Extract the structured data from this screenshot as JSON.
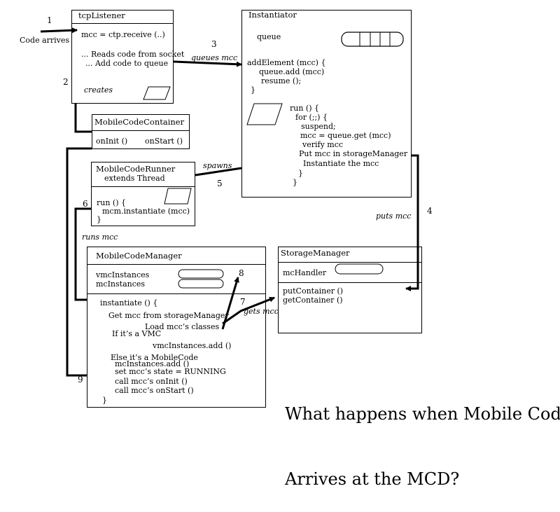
{
  "tcp": {
    "title": "tcpListener",
    "line1": "mcc = ctp.receive (..)",
    "line2": "... Reads code from socket",
    "line3": "... Add code to queue",
    "creates": "creates"
  },
  "inst": {
    "title": "Instantiator",
    "queue": "queue",
    "add1": "addElement (mcc) {",
    "add2": "queue.add (mcc)",
    "add3": "resume ();",
    "add4": "}",
    "run1": "run () {",
    "run2": "for (;;) {",
    "run3": "suspend;",
    "run4": "mcc = queue.get (mcc)",
    "run5": "verify mcc",
    "run6": "Put mcc in storageManager",
    "run7": "Instantiate the mcc",
    "run8": "}",
    "run9": "}"
  },
  "mcc": {
    "title": "MobileCodeContainer",
    "oninit": "onInit ()",
    "onstart": "onStart ()"
  },
  "mcr": {
    "title1": "MobileCodeRunner",
    "title2": "extends Thread",
    "run1": "run () {",
    "run2": "mcm.instantiate (mcc)",
    "run3": "}"
  },
  "mcm": {
    "title": "MobileCodeManager",
    "vmc": "vmcInstances",
    "mc": "mcInstances",
    "l1": "instantiate () {",
    "l2": "Get mcc from storageManager",
    "l3": "Load mcc’s classes",
    "l4": "If it’s a VMC",
    "l5": "vmcInstances.add ()",
    "l6": "Else it’s a MobileCode",
    "l7": "mcInstances.add ()",
    "l8": "set mcc’s state = RUNNING",
    "l9": "call mcc’s onInit ()",
    "l10": "call mcc’s onStart ()",
    "l11": "}"
  },
  "sm": {
    "title": "StorageManager",
    "handler": "mcHandler",
    "put": "putContainer ()",
    "get": "getContainer ()"
  },
  "labels": {
    "n1": "1",
    "n2": "2",
    "n3": "3",
    "n4": "4",
    "n5": "5",
    "n6": "6",
    "n7": "7",
    "n8": "8",
    "n9": "9",
    "code_arrives": "Code arrives",
    "queues_mcc": "queues mcc",
    "spawns": "spawns",
    "puts_mcc": "puts mcc",
    "runs_mcc": "runs mcc",
    "gets_mcc": "gets mcc"
  },
  "caption": {
    "line1": "What happens when Mobile Code",
    "line2": "Arrives at the MCD?"
  }
}
